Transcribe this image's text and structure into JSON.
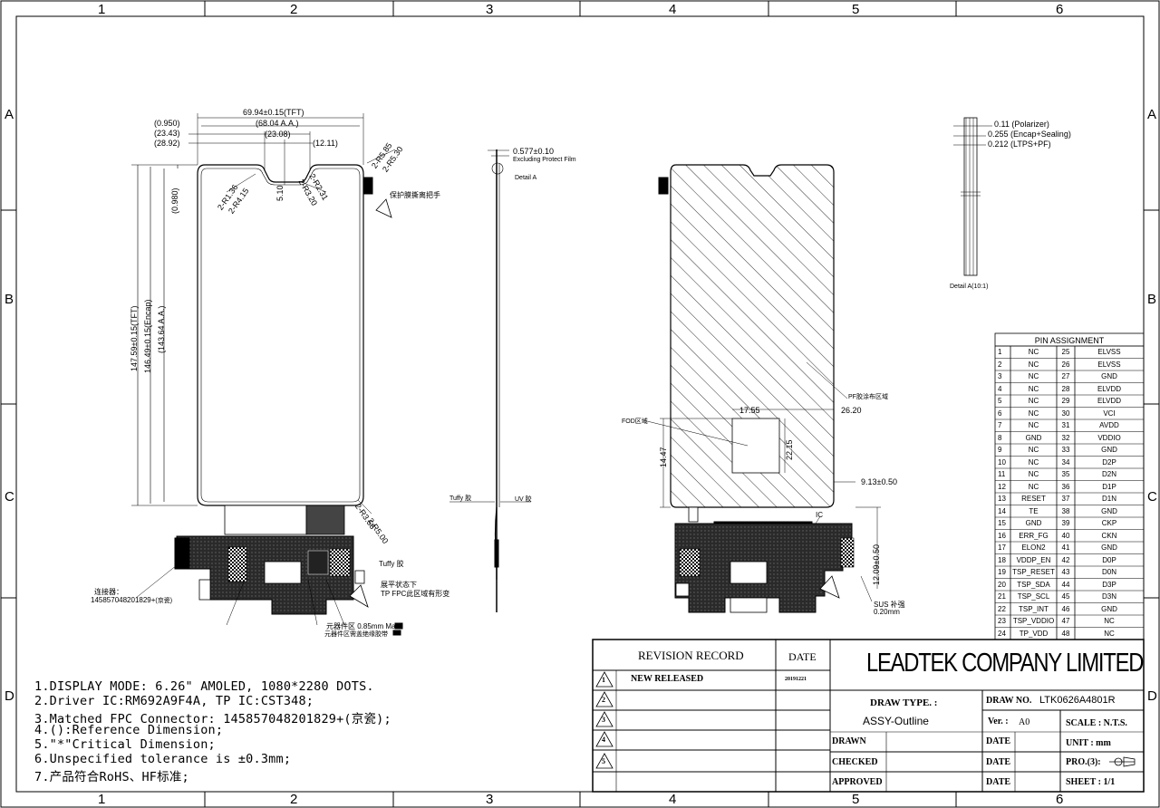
{
  "frame": {
    "cols": [
      "1",
      "2",
      "3",
      "4",
      "5",
      "6"
    ],
    "rows": [
      "A",
      "B",
      "C",
      "D"
    ]
  },
  "front_view": {
    "dims": {
      "width_tft": "69.94±0.15(TFT)",
      "d0950": "(0.950)",
      "aa_width": "(68.04 A.A.)",
      "d2343": "(23.43)",
      "d2308": "(23.08)",
      "d2892": "(28.92)",
      "d1211": "(12.11)",
      "d0980": "(0.980)",
      "r585": "2-R5.85",
      "r530": "2-R5.30",
      "r136": "2-R1.36",
      "r415": "2-R4.15",
      "r320": "2-R3.20",
      "r231": "2-R2.31",
      "d510": "5.10",
      "height_tft": "147.59±0.15(TFT)",
      "height_encap": "146.49±0.15(Encap)",
      "aa_height": "(143.64 A.A.)",
      "r356": "2-R3.56",
      "r500": "2-R5.00"
    },
    "labels": {
      "protect": "保护膜撕离把手",
      "tuffy": "Tuffy 胶",
      "fpc_bend": "展平状态下",
      "fpc_area": "TP FPC此区域有形变",
      "connector_label": "连接器：",
      "connector_pn": "145857048201829+",
      "connector_pn_note": "(京瓷)",
      "component_area": "元器件区 0.85mm Max",
      "component_note": "元器件区需盖绝缘胶带"
    }
  },
  "side_view": {
    "thickness": "0.577±0.10",
    "excl": "Excluding Protect Film",
    "detail": "Detail A",
    "tuffy": "Tuffy 胶",
    "uv": "UV 胶"
  },
  "detail_a": {
    "polarizer": "0.11 (Polarizer)",
    "encap": "0.255 (Encap+Sealing)",
    "ltps": "0.212 (LTPS+PF)",
    "title": "Detail A(10:1)"
  },
  "back_view": {
    "pf_area": "PF胶涂布区域",
    "fod_area": "FOD区域",
    "d1755": "17.55",
    "d2620": "26.20",
    "d1447": "14.47",
    "d2215": "22.15",
    "d913": "9.13±0.50",
    "d1209": "12.09±0.50",
    "ic": "IC",
    "sus": "SUS 补强",
    "sus_t": "0.20mm"
  },
  "pin_assignment": {
    "title": "PIN ASSIGNMENT",
    "rows": [
      [
        "1",
        "NC",
        "25",
        "ELVSS"
      ],
      [
        "2",
        "NC",
        "26",
        "ELVSS"
      ],
      [
        "3",
        "NC",
        "27",
        "GND"
      ],
      [
        "4",
        "NC",
        "28",
        "ELVDD"
      ],
      [
        "5",
        "NC",
        "29",
        "ELVDD"
      ],
      [
        "6",
        "NC",
        "30",
        "VCI"
      ],
      [
        "7",
        "NC",
        "31",
        "AVDD"
      ],
      [
        "8",
        "GND",
        "32",
        "VDDIO"
      ],
      [
        "9",
        "NC",
        "33",
        "GND"
      ],
      [
        "10",
        "NC",
        "34",
        "D2P"
      ],
      [
        "11",
        "NC",
        "35",
        "D2N"
      ],
      [
        "12",
        "NC",
        "36",
        "D1P"
      ],
      [
        "13",
        "RESET",
        "37",
        "D1N"
      ],
      [
        "14",
        "TE",
        "38",
        "GND"
      ],
      [
        "15",
        "GND",
        "39",
        "CKP"
      ],
      [
        "16",
        "ERR_FG",
        "40",
        "CKN"
      ],
      [
        "17",
        "ELON2",
        "41",
        "GND"
      ],
      [
        "18",
        "VDDP_EN",
        "42",
        "D0P"
      ],
      [
        "19",
        "TSP_RESET",
        "43",
        "D0N"
      ],
      [
        "20",
        "TSP_SDA",
        "44",
        "D3P"
      ],
      [
        "21",
        "TSP_SCL",
        "45",
        "D3N"
      ],
      [
        "22",
        "TSP_INT",
        "46",
        "GND"
      ],
      [
        "23",
        "TSP_VDDIO",
        "47",
        "NC"
      ],
      [
        "24",
        "TP_VDD",
        "48",
        "NC"
      ]
    ]
  },
  "notes": [
    "1.DISPLAY MODE: 6.26\" AMOLED, 1080*2280 DOTS.",
    "2.Driver IC:RM692A9F4A, TP IC:CST348;",
    "3.Matched FPC Connector: 145857048201829+(京瓷);",
    "4.():Reference Dimension;",
    "5.\"*\"Critical Dimension;",
    "6.Unspecified tolerance is ±0.3mm;",
    "7.产品符合RoHS、HF标准;"
  ],
  "title_block": {
    "revision_record": "REVISION RECORD",
    "date_header": "DATE",
    "rev1": "NEW RELEASED",
    "rev1_date": "20191221",
    "company": "LEADTEK COMPANY LIMITED",
    "draw_type_label": "DRAW TYPE. :",
    "draw_type": "ASSY-Outline",
    "draw_no_label": "DRAW NO.",
    "draw_no": "LTK0626A4801R",
    "ver_label": "Ver. :",
    "ver": "A0",
    "scale": "SCALE : N.T.S.",
    "drawn": "DRAWN",
    "checked": "CHECKED",
    "approved": "APPROVED",
    "date": "DATE",
    "unit": "UNIT : mm",
    "pro": "PRO.(3):",
    "sheet": "SHEET : 1/1",
    "revs": [
      "1",
      "2",
      "3",
      "4",
      "5"
    ]
  }
}
